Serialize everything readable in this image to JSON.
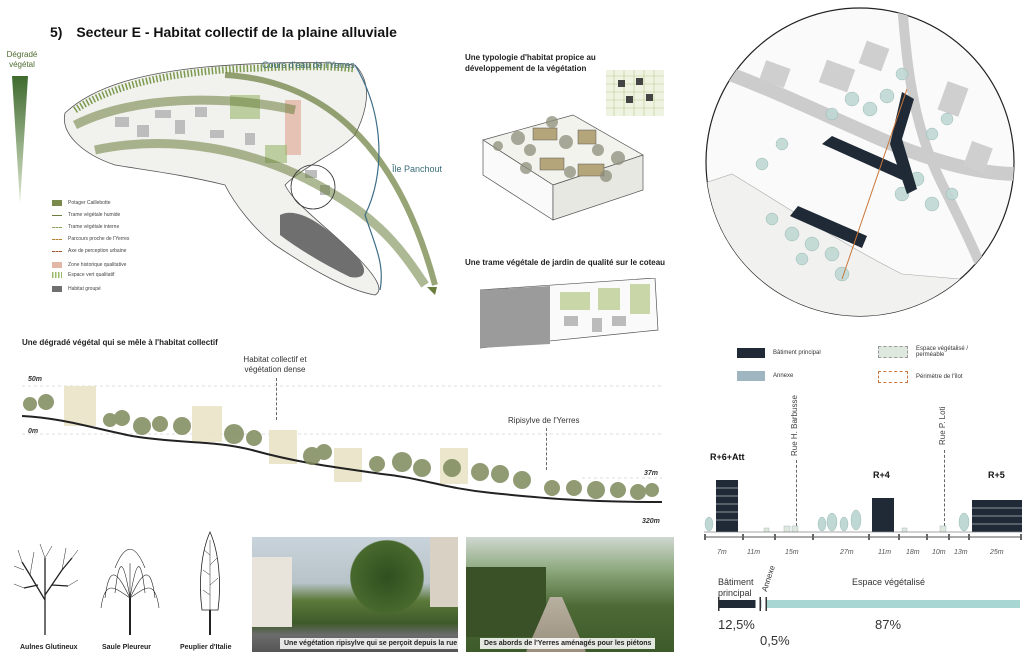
{
  "header": {
    "number": "5)",
    "title": "Secteur E - Habitat collectif de la plaine alluviale"
  },
  "map": {
    "gradient_label": "Dégradé végétal",
    "label_river": "Cours d'eau de l'Yerres",
    "label_island": "Île Panchout",
    "legend": [
      {
        "label": "Potager Caillebotte",
        "color": "#7a8a4a"
      },
      {
        "label": "Trame végétale humide",
        "color": "#6a7d3c"
      },
      {
        "label": "Trame végétale interne",
        "color": "#8aa25a"
      },
      {
        "label": "Parcours proche de l'Yerres",
        "color": "#b5822c"
      },
      {
        "label": "Axe de perception urbaine",
        "color": "#a0522d"
      },
      {
        "label": "Zone historique qualitative",
        "color": "#e3b7a6"
      },
      {
        "label": "Espace vert qualitatif",
        "color": "#9ab86a"
      },
      {
        "label": "Habitat groupé",
        "color": "#6f6f6f"
      }
    ]
  },
  "typology": {
    "title1": "Une typologie d'habitat propice au développement de la végétation",
    "title2": "Une trame végétale de jardin de qualité sur le coteau"
  },
  "section": {
    "title": "Une dégradé végétal qui se mêle à l'habitat collectif",
    "label_collective": "Habitat collectif et végétation dense",
    "label_ripisylve": "Ripisylve de l'Yerres",
    "alt_top": "50m",
    "alt_bottom": "0m",
    "alt_right": "37m",
    "length": "320m"
  },
  "trees": [
    {
      "name": "Aulnes Glutineux"
    },
    {
      "name": "Saule Pleureur"
    },
    {
      "name": "Peuplier d'Italie"
    }
  ],
  "photos": [
    {
      "caption": "Une végétation ripisylve qui se perçoit depuis la rue"
    },
    {
      "caption": "Des abords de l'Yerres aménagés pour les piétons"
    }
  ],
  "plan_legend": [
    {
      "label": "Bâtiment principal",
      "color": "#1f2a36"
    },
    {
      "label": "Annexe",
      "color": "#9fb5c0"
    },
    {
      "label": "Espace végétalisé / perméable",
      "color": "#dfe8df"
    },
    {
      "label": "Périmètre de l'îlot",
      "color": "#c9773c"
    }
  ],
  "street_section": {
    "streets": [
      "Rue H. Barbusse",
      "Rue P. Loti"
    ],
    "heights": [
      "R+6+Att",
      "R+4",
      "R+5"
    ],
    "distances": [
      "7m",
      "11m",
      "15m",
      "27m",
      "11m",
      "18m",
      "10m",
      "13m",
      "25m"
    ]
  },
  "chart_data": {
    "type": "bar",
    "title": "",
    "categories": [
      "Bâtiment principal",
      "Annexe",
      "Espace végétalisé"
    ],
    "values": [
      12.5,
      0.5,
      87
    ],
    "value_labels": [
      "12,5%",
      "0,5%",
      "87%"
    ],
    "colors": [
      "#1f2a36",
      "#9fb5c0",
      "#a8d6d2"
    ]
  }
}
